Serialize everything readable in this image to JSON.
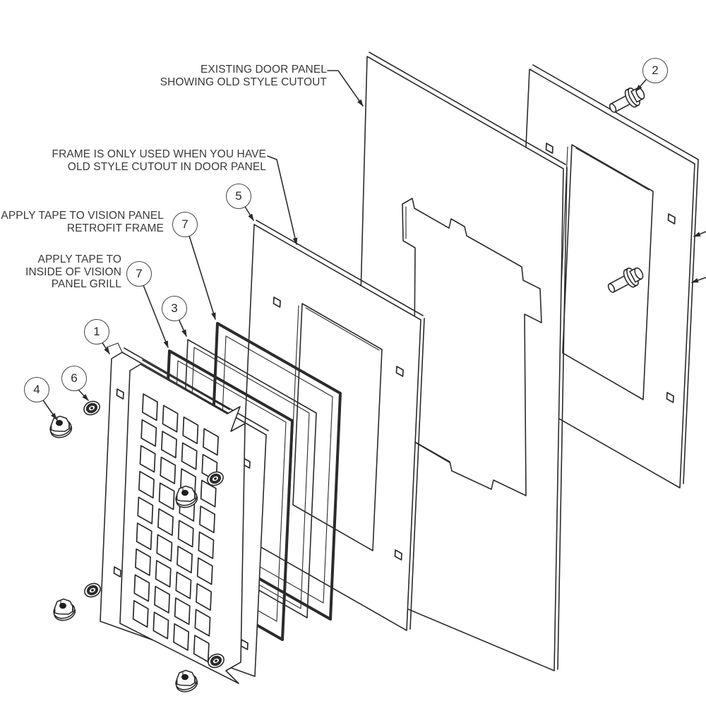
{
  "colors": {
    "background": "#ffffff",
    "line": "#2b2b2b",
    "text": "#3a3a3a",
    "balloon_fill": "#ffffff"
  },
  "annotations": {
    "existing_door": {
      "line1": "EXISTING DOOR PANEL",
      "line2": "SHOWING OLD STYLE CUTOUT"
    },
    "frame_note": {
      "line1": "FRAME IS ONLY USED WHEN YOU HAVE",
      "line2": "OLD STYLE CUTOUT IN DOOR PANEL"
    },
    "tape_frame": {
      "line1": "APPLY TAPE TO VISION PANEL",
      "line2": "RETROFIT FRAME"
    },
    "tape_grill": {
      "line1": "APPLY TAPE TO",
      "line2": "INSIDE OF VISION",
      "line3": "PANEL GRILL"
    }
  },
  "balloons": {
    "b1": {
      "number": "1"
    },
    "b2": {
      "number": "2"
    },
    "b3": {
      "number": "3"
    },
    "b4": {
      "number": "4"
    },
    "b5": {
      "number": "5"
    },
    "b6": {
      "number": "6"
    },
    "b7a": {
      "number": "7"
    },
    "b7b": {
      "number": "7"
    }
  }
}
